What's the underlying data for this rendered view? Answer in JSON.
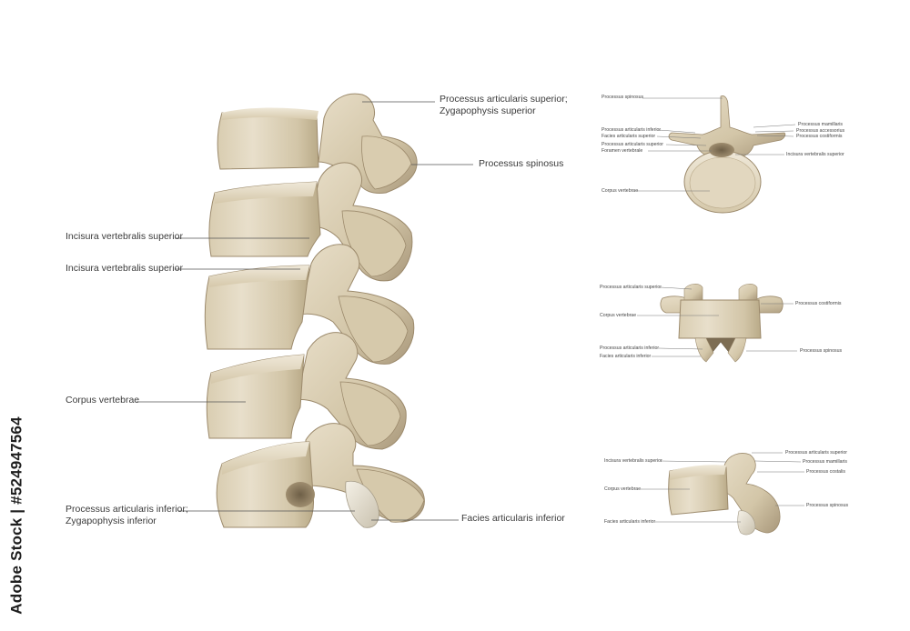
{
  "main_labels": {
    "proc_art_sup_1": "Processus articularis superior;",
    "proc_art_sup_2": "Zygapophysis superior",
    "proc_spinosus": "Processus spinosus",
    "incisura_sup_1": "Incisura vertebralis superior",
    "incisura_sup_2": "Incisura vertebralis superior",
    "corpus": "Corpus vertebrae",
    "proc_art_inf_1": "Processus articularis inferior;",
    "proc_art_inf_2": "Zygapophysis inferior",
    "facies_inf": "Facies articularis inferior"
  },
  "top_view": {
    "proc_spinosus": "Processus spinosus",
    "proc_art_inf": "Processus articularis inferior",
    "facies_art_sup": "Facies articularis superior",
    "proc_art_sup": "Processus articularis superior",
    "foramen": "Foramen vertebrale",
    "corpus": "Corpus vertebrae",
    "proc_mamillaris": "Processus mamillaris",
    "proc_accessorius": "Processus accessorius",
    "proc_costiformis": "Processus costiformis",
    "incisura_sup": "Incisura vertebralis superior"
  },
  "front_view": {
    "proc_art_sup": "Processus articularis superior",
    "corpus": "Corpus vertebrae",
    "proc_art_inf": "Processus articularis inferior",
    "facies_art_inf": "Facies articularis inferior",
    "proc_costiformis": "Processus costiformis",
    "proc_spinosus": "Processus spinosus"
  },
  "side_view": {
    "incisura_sup": "Incisura vertebralis superior",
    "corpus": "Corpus vertebrae",
    "facies_art_inf": "Facies articularis inferior",
    "proc_art_sup": "Processus articularis superior",
    "proc_mamillaris": "Processus mamillaris",
    "proc_costalis": "Processus costalis",
    "proc_spinosus": "Processus spinosus"
  },
  "watermark": "Adobe Stock | #524947564",
  "colors": {
    "bone_light": "#e6dcc6",
    "bone_mid": "#cdbf9f",
    "bone_dark": "#8f7f62",
    "leader": "#555555"
  }
}
